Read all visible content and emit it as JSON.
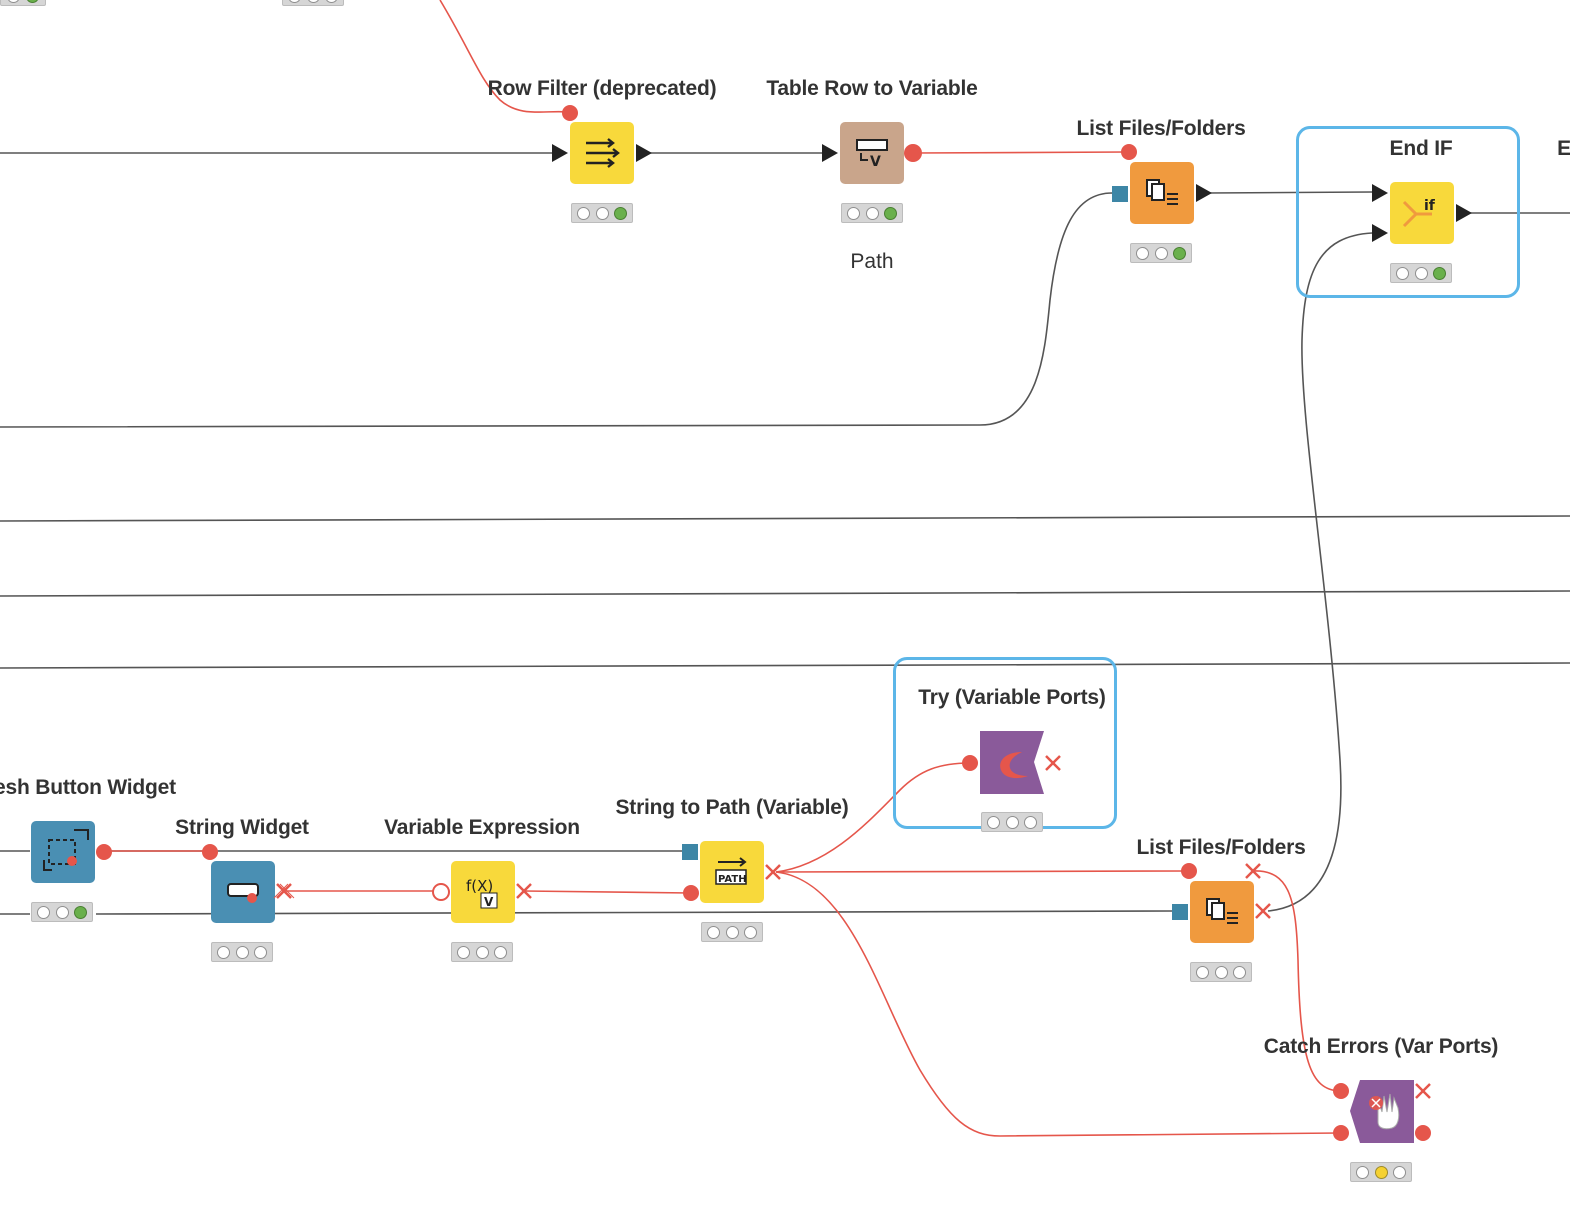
{
  "nodes": {
    "row_filter": {
      "label": "Row Filter (deprecated)",
      "status": [
        "off",
        "off",
        "green"
      ]
    },
    "table_row_to_variable": {
      "label": "Table Row to Variable",
      "annotation": "Path",
      "status": [
        "off",
        "off",
        "green"
      ]
    },
    "list_files_top": {
      "label": "List Files/Folders",
      "status": [
        "off",
        "off",
        "green"
      ]
    },
    "end_if": {
      "label": "End IF",
      "status": [
        "off",
        "off",
        "green"
      ]
    },
    "end_if_next": {
      "label": "E"
    },
    "refresh_button_widget": {
      "label": "esh Button Widget",
      "status": [
        "off",
        "off",
        "green"
      ]
    },
    "string_widget": {
      "label": "String Widget",
      "status": [
        "off",
        "off",
        "off"
      ]
    },
    "variable_expression": {
      "label": "Variable Expression",
      "status": [
        "off",
        "off",
        "off"
      ]
    },
    "string_to_path": {
      "label": "String to Path (Variable)",
      "status": [
        "off",
        "off",
        "off"
      ]
    },
    "try_var_ports": {
      "label": "Try (Variable Ports)",
      "status": [
        "off",
        "off",
        "off"
      ]
    },
    "list_files_bottom": {
      "label": "List Files/Folders",
      "status": [
        "off",
        "off",
        "off"
      ]
    },
    "catch_errors": {
      "label": "Catch Errors (Var Ports)",
      "status": [
        "off",
        "yellow",
        "off"
      ]
    }
  },
  "colors": {
    "manipulator_yellow": "#f8d93b",
    "variable_tan": "#c9a58b",
    "source_orange": "#f09a3e",
    "widget_blue": "#4a8fb3",
    "scope_purple": "#8a5a9a",
    "flow_var_red": "#e5564b",
    "data_wire": "#555555",
    "selection_blue": "#5cb6e8"
  }
}
